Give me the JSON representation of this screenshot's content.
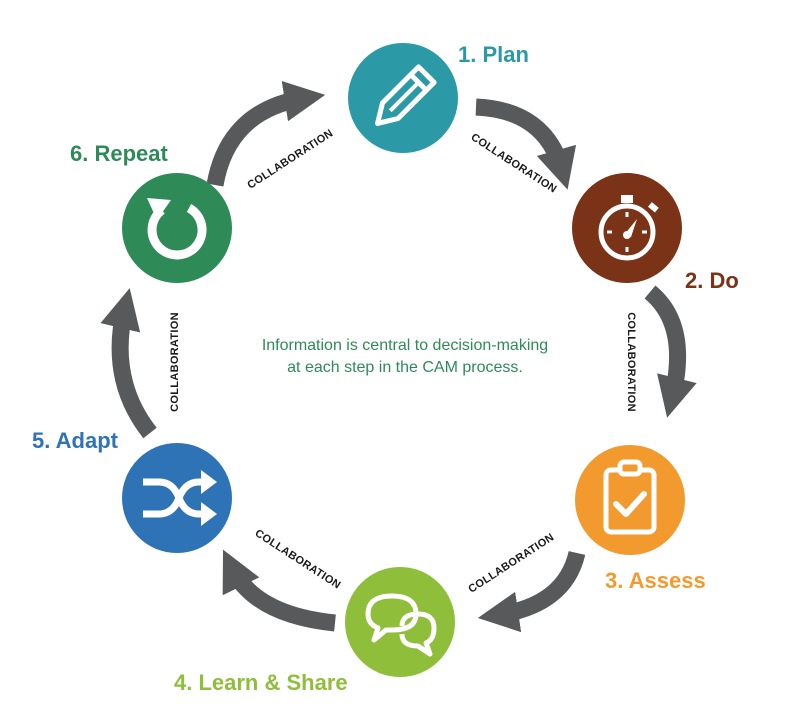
{
  "colors": {
    "plan": "#2c9aa6",
    "do": "#7a3316",
    "assess": "#f39a2e",
    "learn": "#8fbf3a",
    "adapt": "#2f73b7",
    "repeat": "#2e8b57",
    "arrow": "#58595b",
    "center_text": "#2e8b57"
  },
  "steps": {
    "plan": {
      "label": "1. Plan",
      "icon": "pencil-icon"
    },
    "do": {
      "label": "2. Do",
      "icon": "stopwatch-icon"
    },
    "assess": {
      "label": "3. Assess",
      "icon": "clipboard-check-icon"
    },
    "learn": {
      "label": "4. Learn & Share",
      "icon": "speech-bubbles-icon"
    },
    "adapt": {
      "label": "5. Adapt",
      "icon": "shuffle-arrows-icon"
    },
    "repeat": {
      "label": "6. Repeat",
      "icon": "circular-arrow-icon"
    }
  },
  "collaboration_label": "COLLABORATION",
  "center_text": {
    "line1": "Information is central to decision-making",
    "line2": "at each step in the CAM process."
  }
}
